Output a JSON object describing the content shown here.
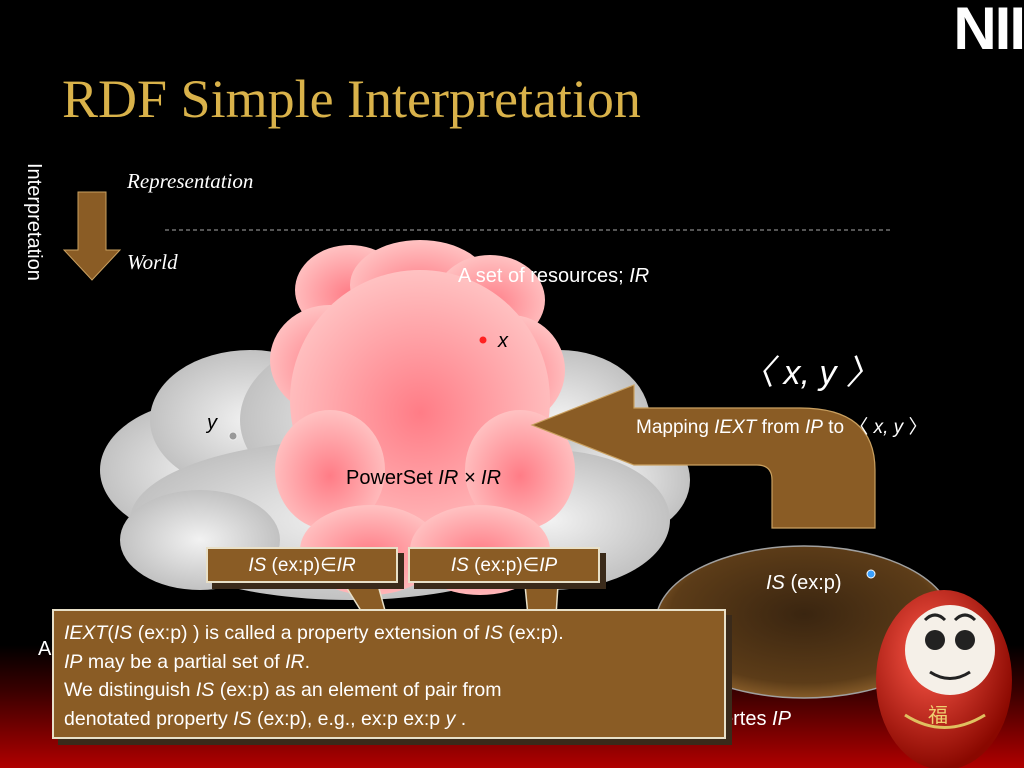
{
  "slide": {
    "title": "RDF Simple Interpretation",
    "logo": "NII",
    "interpretation_label": "Interpretation",
    "representation_label": "Representation",
    "world_label": "World"
  },
  "diagram": {
    "resources_label_prefix": "A set of resources; ",
    "resources_label_var": "IR",
    "x_label": "x",
    "y_label": "y",
    "tuple_label": "〈 x, y 〉",
    "powerset_prefix": "PowerSet ",
    "powerset_expr": "IR × IR",
    "mapping_prefix": "Mapping ",
    "mapping_func": "IEXT",
    "mapping_from": " from ",
    "mapping_ip": "IP",
    "mapping_to": " to 〈 ",
    "mapping_xy": "x, y",
    "mapping_end": " 〉",
    "is_ir_label_is": "IS",
    "is_ir_label_rest": " (ex:p)∈",
    "is_ir_label_set": "IR",
    "is_ip_label_is": "IS",
    "is_ip_label_rest": " (ex:p)∈",
    "is_ip_label_set": "IP",
    "ellipse_is": "IS",
    "ellipse_rest": " (ex:p)",
    "left_partial": "A",
    "properties_partial": "ertes ",
    "properties_var": "IP"
  },
  "note": {
    "line1_a": "IEXT",
    "line1_b": "(",
    "line1_c": "IS",
    "line1_d": " (ex:p) ) is called a property extension of ",
    "line1_e": "IS",
    "line1_f": " (ex:p).",
    "line2_a": "IP",
    "line2_b": " may be a partial set of ",
    "line2_c": "IR",
    "line2_d": ".",
    "line3_a": "We distinguish ",
    "line3_b": "IS",
    "line3_c": " (ex:p) as an element of pair from",
    "line4_a": "denotated property ",
    "line4_b": "IS",
    "line4_c": " (ex:p), e.g., ex:p   ex:p  ",
    "line4_d": "y",
    "line4_e": " ."
  },
  "colors": {
    "title": "#d9b24a",
    "arrow_brown": "#8a5c25",
    "pink_cloud": "#ffb3b3",
    "gray_cloud": "#c8c8c8",
    "red_dot": "#ff2020",
    "blue_dot": "#3aa0ff"
  }
}
